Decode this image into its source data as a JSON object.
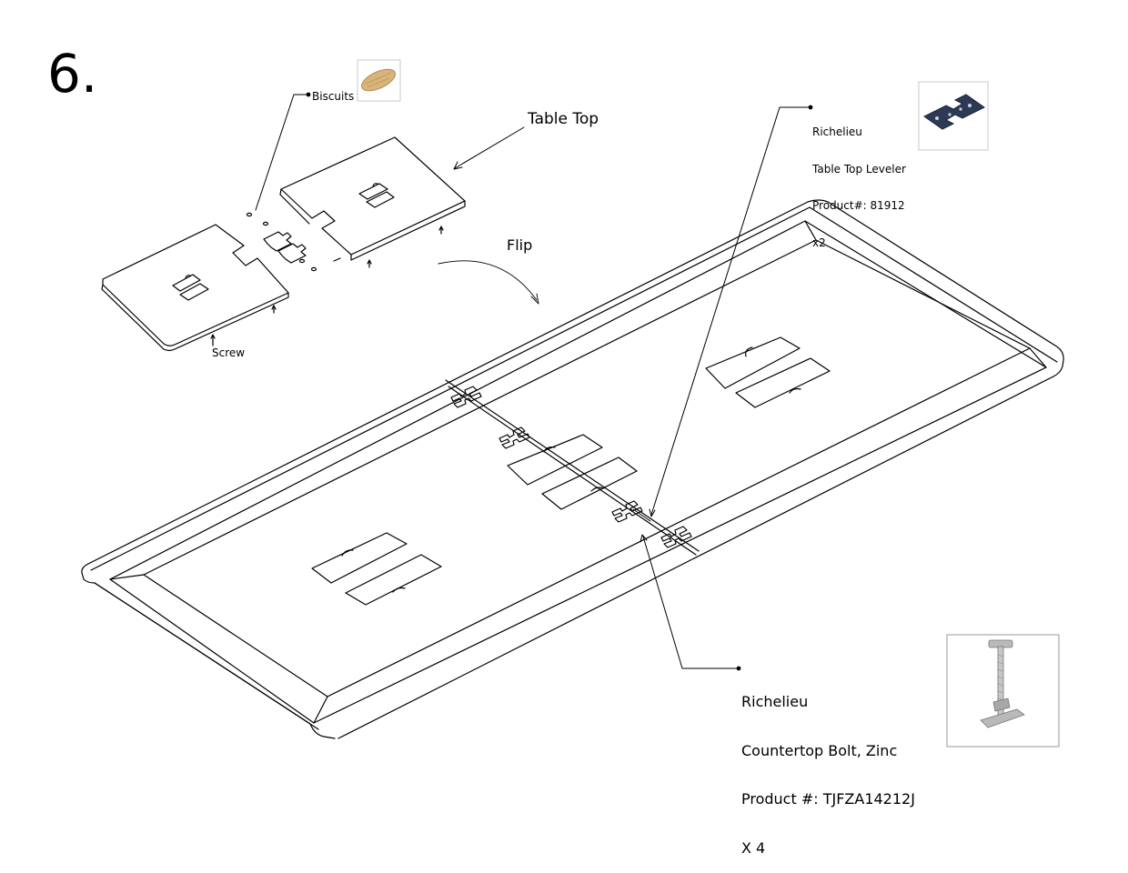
{
  "step": {
    "number": "6."
  },
  "callouts": {
    "biscuits": {
      "label": "Biscuits"
    },
    "table_top": {
      "label": "Table Top"
    },
    "flip": {
      "label": "Flip"
    },
    "screw": {
      "label": "Screw"
    },
    "leveler": {
      "lines": [
        "Richelieu",
        "Table Top Leveler",
        "Product#: 81912",
        "x2"
      ]
    },
    "bolt": {
      "lines": [
        "Richelieu",
        "Countertop Bolt, Zinc",
        "Product #: TJFZA14212J",
        "X 4"
      ]
    }
  },
  "colors": {
    "line": "#000000",
    "biscuit_fill": "#d8b47a",
    "leveler_fill": "#2d3a55",
    "bolt_fill": "#b9b9b9",
    "thumb_border": "#c8c8c8"
  },
  "icons": {
    "biscuit_thumb": "biscuit-icon",
    "leveler_thumb": "leveler-icon",
    "bolt_thumb": "countertop-bolt-icon"
  }
}
